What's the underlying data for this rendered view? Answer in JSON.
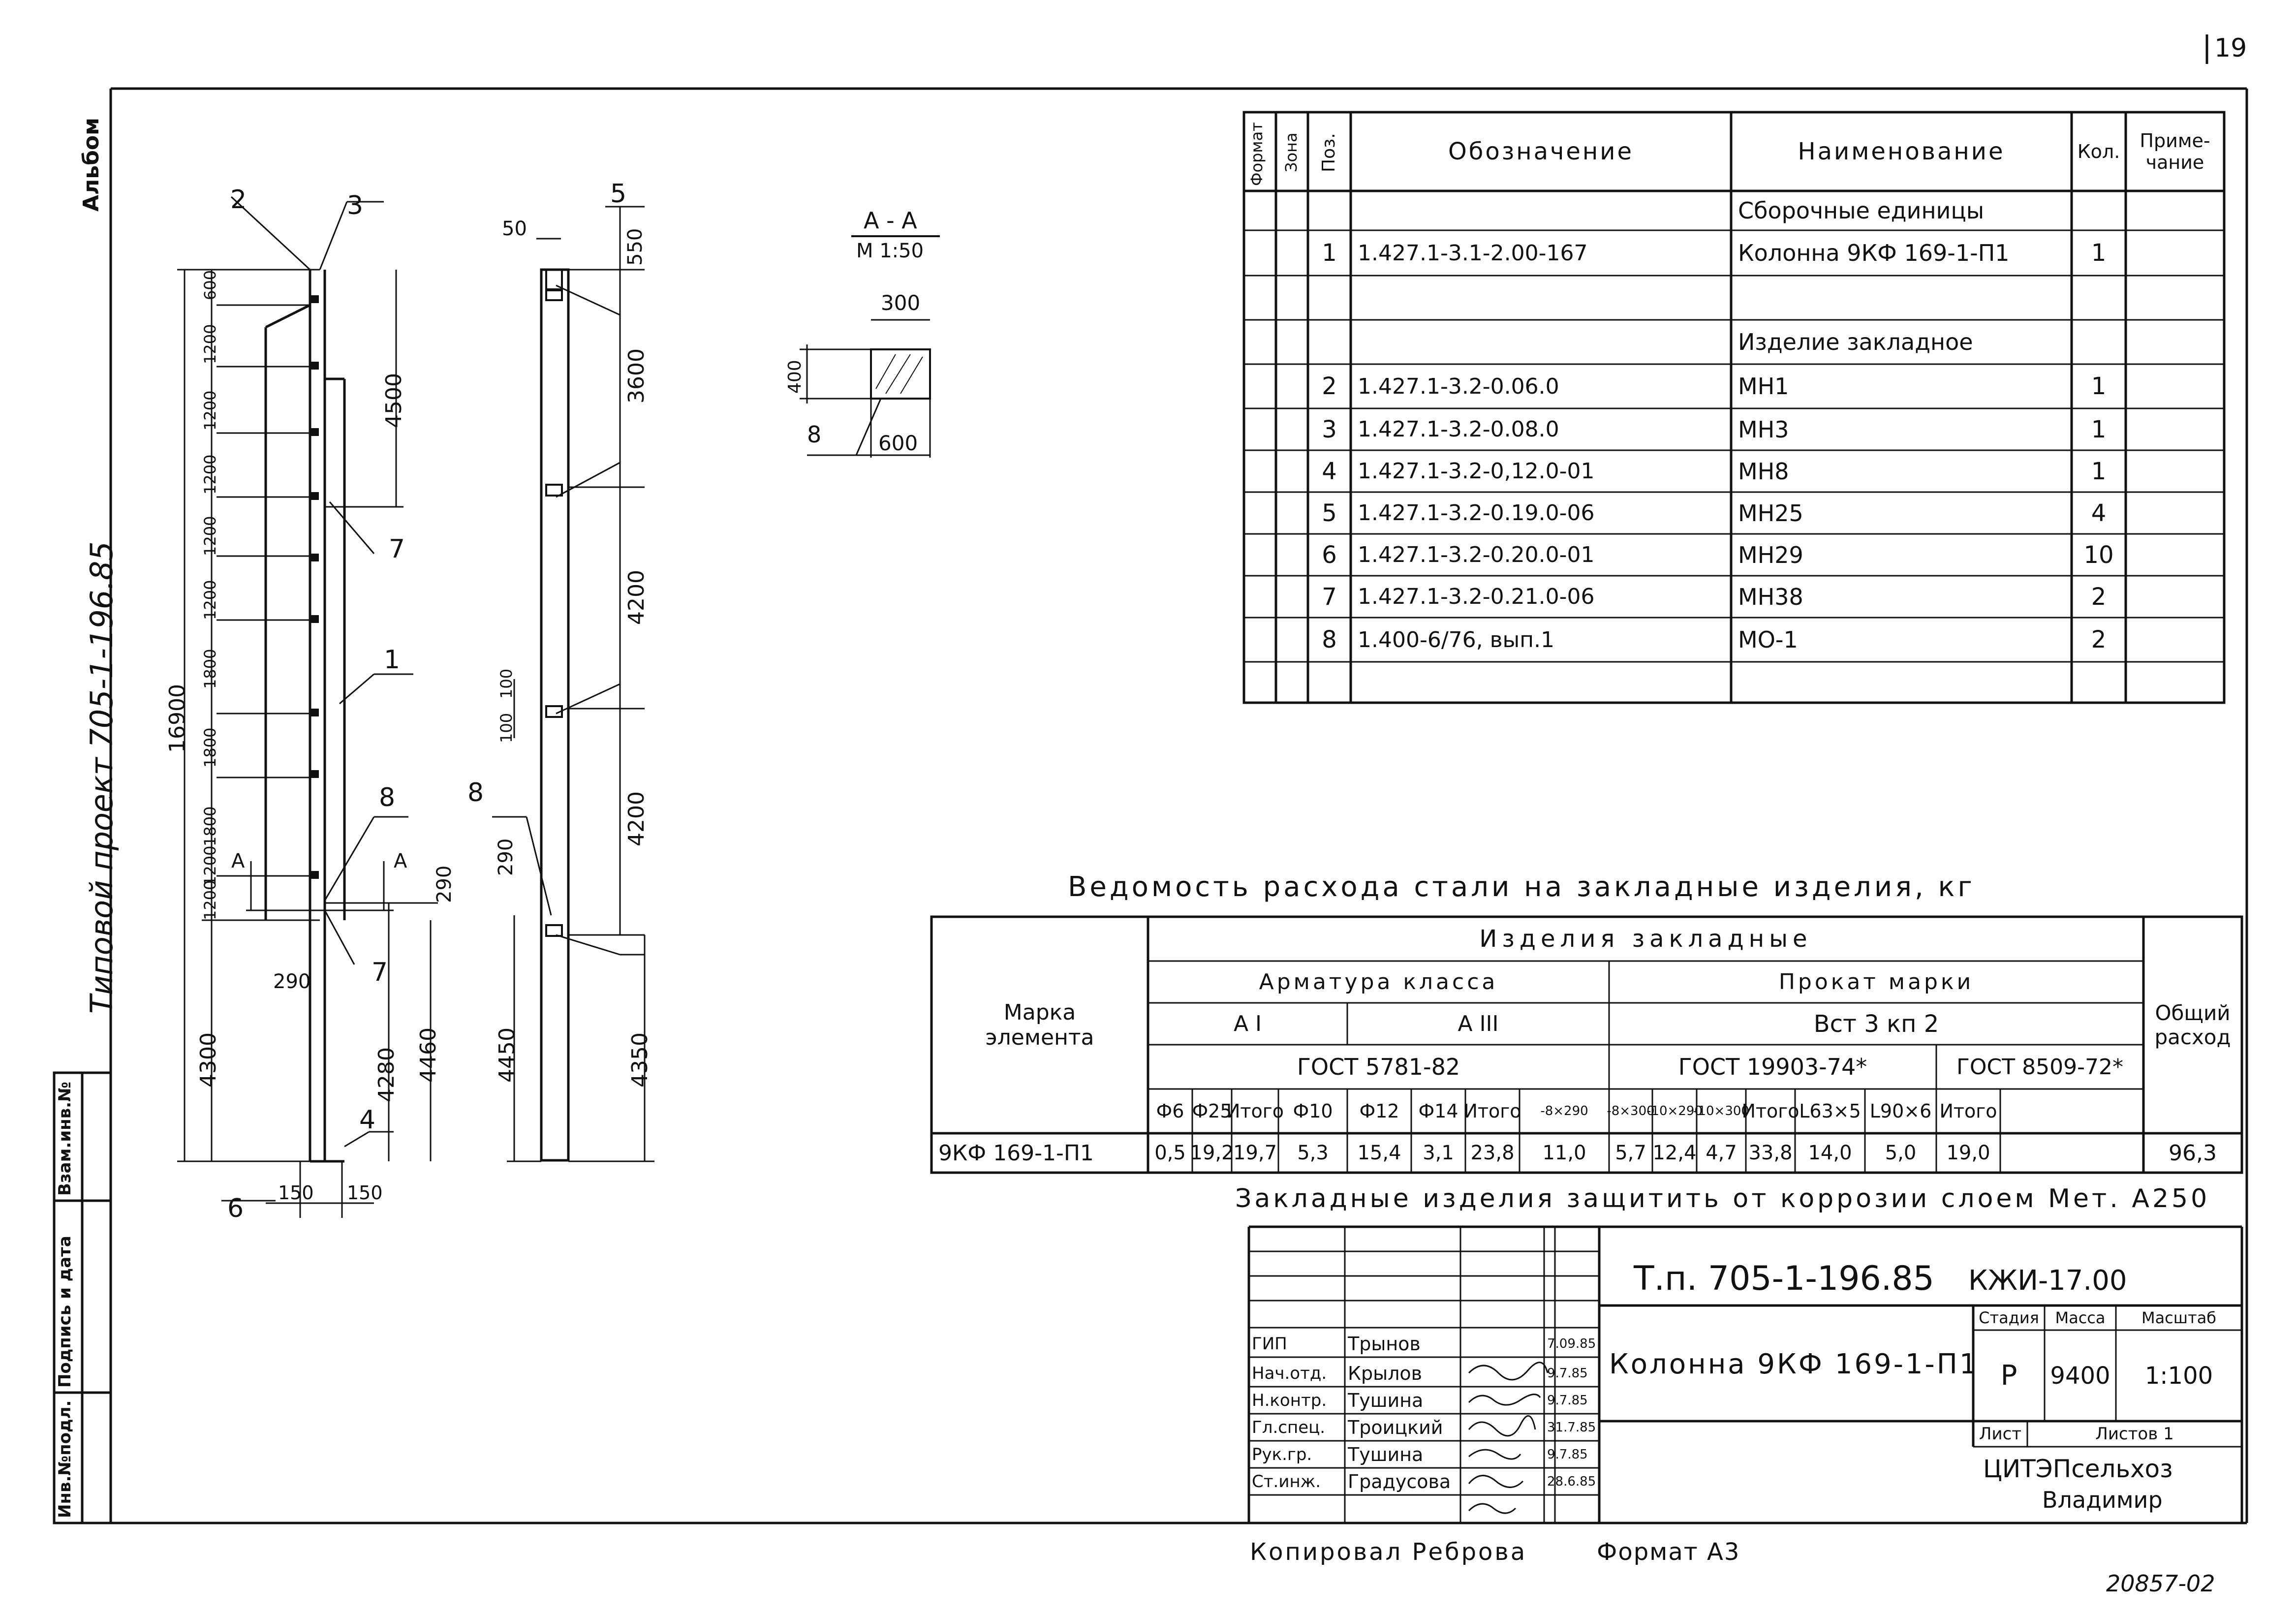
{
  "sheet_number": "19",
  "album_label": "Альбом",
  "project_label": "Типовой проект 705-1-196.85",
  "left_strip": [
    "Инв.№подл.",
    "Подпись и дата",
    "Взам.инв.№"
  ],
  "section_aa": {
    "title": "А - А",
    "scale": "М 1:50",
    "dim_top": "300",
    "dim_left": "400",
    "dim_bottom": "600",
    "leader": "8"
  },
  "col1": {
    "callouts": [
      "2",
      "3",
      "7",
      "1",
      "8",
      "7",
      "4",
      "6"
    ],
    "dims_left": [
      "600",
      "1200",
      "1200",
      "1200",
      "1200",
      "1200",
      "1800",
      "1800",
      "1800",
      "1200",
      "1200"
    ],
    "total": "16900",
    "bottom_left": "4300",
    "right_top": "4500",
    "right_290": "290",
    "right_4280": "4280",
    "right_4460": "4460",
    "dim_290": "290",
    "base_150a": "150",
    "base_150b": "150",
    "cut_a": "А"
  },
  "col2": {
    "callouts": [
      "5",
      "8"
    ],
    "dim_50": "50",
    "dims_right": [
      "550",
      "3600",
      "4200",
      "4200",
      "4350"
    ],
    "dims_left": [
      "100",
      "100",
      "290",
      "4450"
    ]
  },
  "spec": {
    "headers": [
      "Формат",
      "Зона",
      "Поз.",
      "Обозначение",
      "Наименование",
      "Кол.",
      "Приме-чание"
    ],
    "rows": [
      {
        "pos": "",
        "code": "",
        "name": "Сборочные единицы",
        "qty": ""
      },
      {
        "pos": "1",
        "code": "1.427.1-3.1-2.00-167",
        "name": "Колонна 9КФ 169-1-П1",
        "qty": "1"
      },
      {
        "pos": "",
        "code": "",
        "name": "",
        "qty": ""
      },
      {
        "pos": "",
        "code": "",
        "name": "Изделие закладное",
        "qty": ""
      },
      {
        "pos": "2",
        "code": "1.427.1-3.2-0.06.0",
        "name": "МН1",
        "qty": "1"
      },
      {
        "pos": "3",
        "code": "1.427.1-3.2-0.08.0",
        "name": "МН3",
        "qty": "1"
      },
      {
        "pos": "4",
        "code": "1.427.1-3.2-0,12.0-01",
        "name": "МН8",
        "qty": "1"
      },
      {
        "pos": "5",
        "code": "1.427.1-3.2-0.19.0-06",
        "name": "МН25",
        "qty": "4"
      },
      {
        "pos": "6",
        "code": "1.427.1-3.2-0.20.0-01",
        "name": "МН29",
        "qty": "10"
      },
      {
        "pos": "7",
        "code": "1.427.1-3.2-0.21.0-06",
        "name": "МН38",
        "qty": "2"
      },
      {
        "pos": "8",
        "code": "1.400-6/76, вып.1",
        "name": "МО-1",
        "qty": "2"
      },
      {
        "pos": "",
        "code": "",
        "name": "",
        "qty": ""
      }
    ]
  },
  "steel": {
    "title": "Ведомость расхода стали на закладные изделия, кг",
    "mark_label": "Марка элемента",
    "products_label": "Изделия закладные",
    "rebar_label": "Арматура класса",
    "rolled_label": "Прокат марки",
    "total_label": "Общий расход",
    "class_a1": "А I",
    "class_a3": "А III",
    "grade": "Вст 3 кп 2",
    "gost1": "ГОСТ 5781-82",
    "gost2": "ГОСТ 19903-74*",
    "gost3": "ГОСТ 8509-72*",
    "cols": [
      "Ф6",
      "Ф25",
      "Итого",
      "Ф10",
      "Ф12",
      "Ф14",
      "Итого",
      "-8×290",
      "-8×300",
      "-10×290",
      "-10×300",
      "Итого",
      "L63×5",
      "L90×6",
      "Итого"
    ],
    "row_mark": "9КФ 169-1-П1",
    "row_values": [
      "0,5",
      "19,2",
      "19,7",
      "5,3",
      "15,4",
      "3,1",
      "23,8",
      "11,0",
      "5,7",
      "12,4",
      "4,7",
      "33,8",
      "14,0",
      "5,0",
      "19,0"
    ],
    "row_total": "96,3"
  },
  "note": "Закладные изделия защитить от коррозии слоем Мет. А250",
  "stamp": {
    "doc_code": "Т.п. 705-1-196.85",
    "sheet_code": "КЖИ-17.00",
    "title": "Колонна 9КФ 169-1-П1",
    "stage_label": "Стадия",
    "mass_label": "Масса",
    "scale_label": "Масштаб",
    "stage": "Р",
    "mass": "9400",
    "scale": "1:100",
    "sheet_label": "Лист",
    "sheets_label": "Листов 1",
    "org": "ЦИТЭПсельхоз",
    "city": "Владимир",
    "people": [
      {
        "role": "ГИП",
        "name": "Трынов",
        "date": "7.09.85"
      },
      {
        "role": "Нач.отд.",
        "name": "Крылов",
        "date": "9.7.85"
      },
      {
        "role": "Н.контр.",
        "name": "Тушина",
        "date": "9.7.85"
      },
      {
        "role": "Гл.спец.",
        "name": "Троицкий",
        "date": "31.7.85"
      },
      {
        "role": "Рук.гр.",
        "name": "Тушина",
        "date": "9.7.85"
      },
      {
        "role": "Ст.инж.",
        "name": "Градусова",
        "date": "28.6.85"
      }
    ]
  },
  "copied": "Копировал Реброва",
  "format": "Формат А3",
  "archive_no": "20857-02"
}
